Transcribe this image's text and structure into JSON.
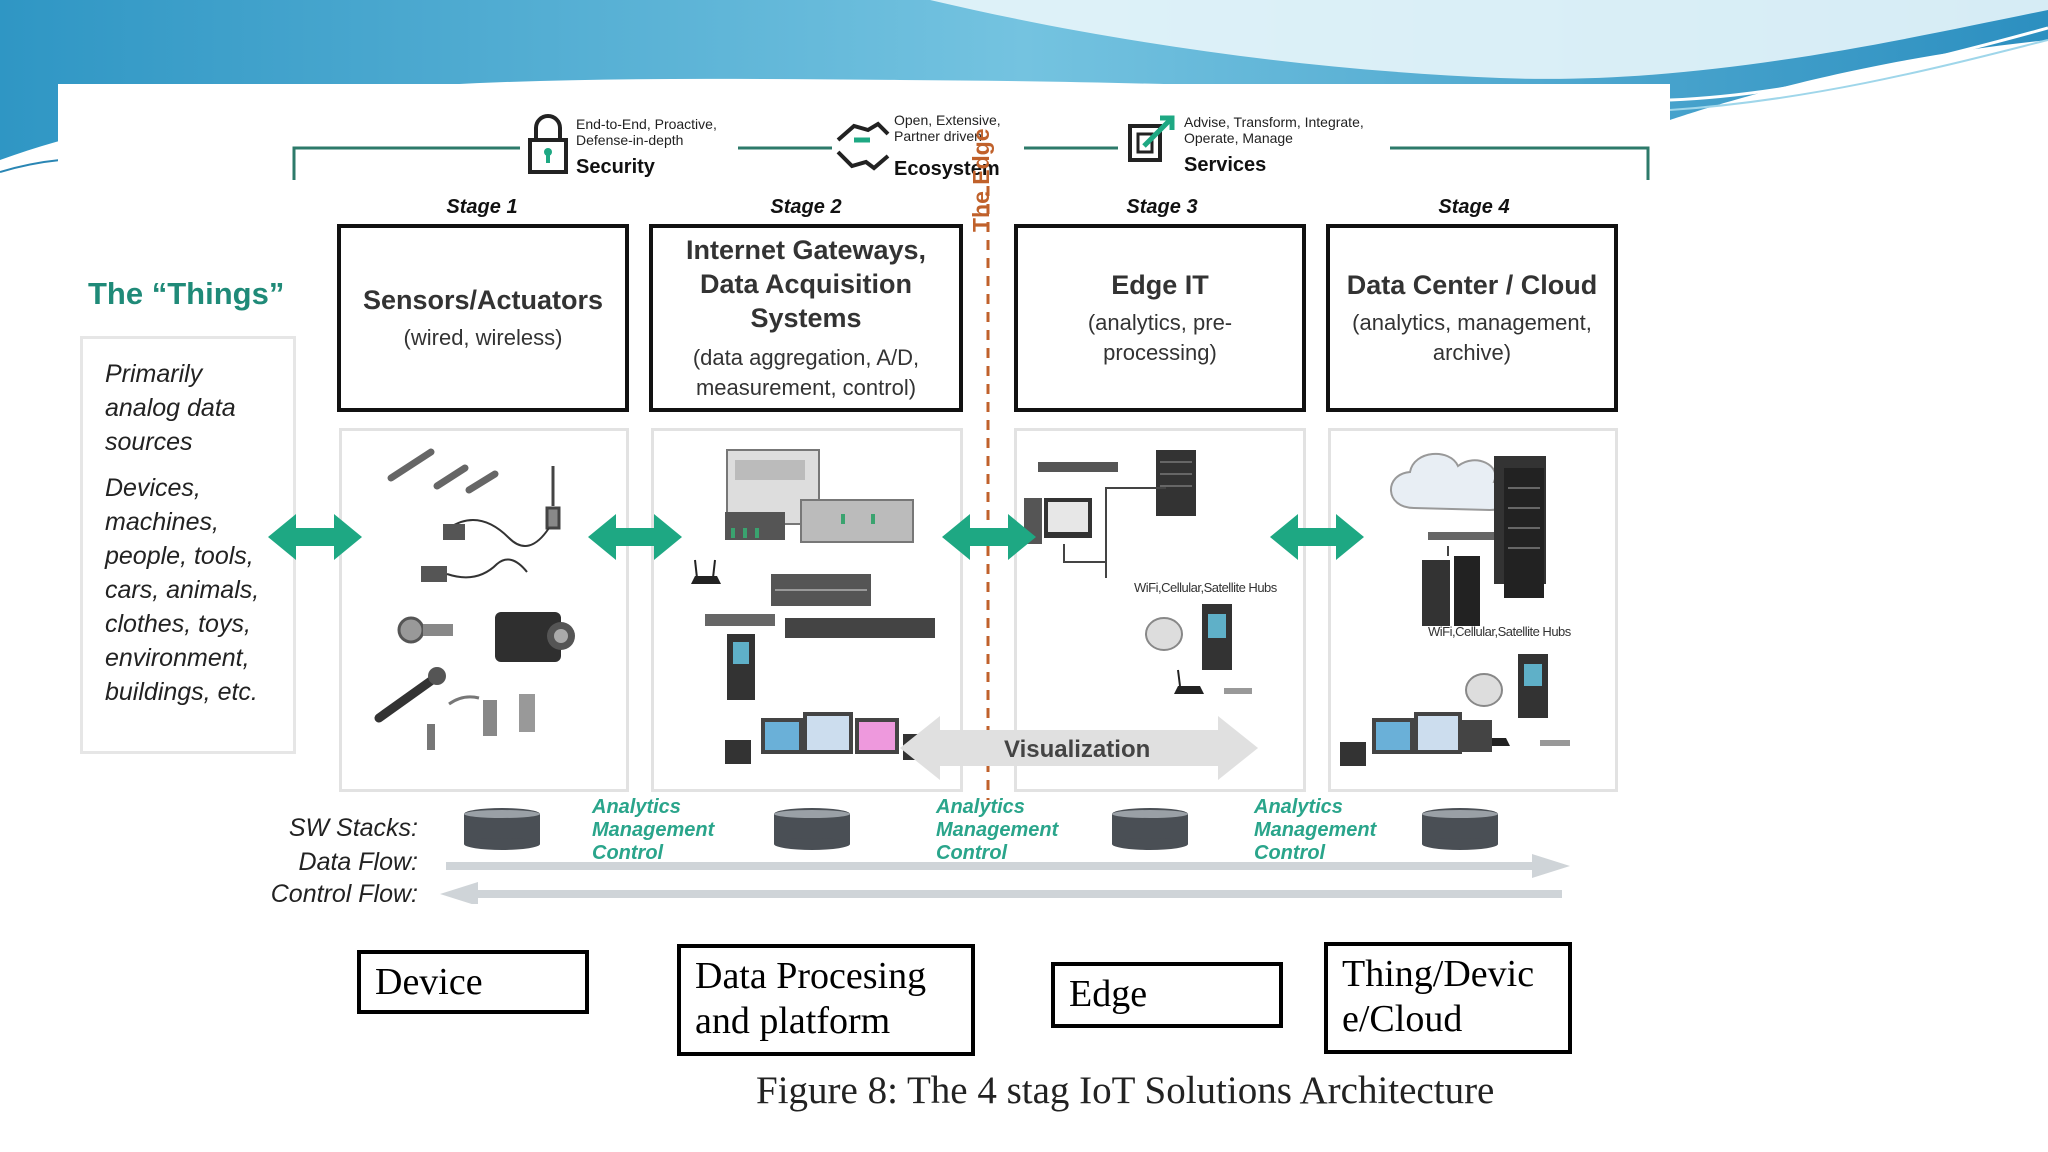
{
  "top_features": [
    {
      "small": "End-to-End, Proactive, Defense-in-depth",
      "bold": "Security"
    },
    {
      "small": "Open, Extensive, Partner driven",
      "bold": "Ecosystem"
    },
    {
      "small": "Advise, Transform, Integrate, Operate, Manage",
      "bold": "Services"
    }
  ],
  "stages": [
    {
      "label": "Stage 1",
      "title": "Sensors/Actuators",
      "subtitle": "(wired, wireless)"
    },
    {
      "label": "Stage 2",
      "title": "Internet Gateways, Data Acquisition Systems",
      "subtitle": "(data aggregation, A/D, measurement, control)"
    },
    {
      "label": "Stage 3",
      "title": "Edge IT",
      "subtitle": "(analytics, pre-processing)"
    },
    {
      "label": "Stage 4",
      "title": "Data Center / Cloud",
      "subtitle": "(analytics, management, archive)"
    }
  ],
  "edge_label": "The Edge",
  "things": {
    "title": "The “Things”",
    "para1": "Primarily analog data sources",
    "para2": "Devices, machines, people, tools, cars, animals, clothes, toys, environment, buildings, etc."
  },
  "hub_label": "WiFi,Cellular,Satellite Hubs",
  "visualization": "Visualization",
  "amc": [
    "Analytics",
    "Management",
    "Control"
  ],
  "flow_labels": [
    "SW Stacks:",
    "Data Flow:",
    "Control Flow:"
  ],
  "bottom_labels": [
    "Device",
    "Data Procesing and platform",
    "Edge",
    "Thing/Device/Cloud"
  ],
  "caption": "Figure 8: The 4 stag IoT Solutions Architecture",
  "colors": {
    "accent_green": "#1ea883",
    "edge_orange": "#c0612b",
    "slide_blue": "#3aa2cf"
  }
}
